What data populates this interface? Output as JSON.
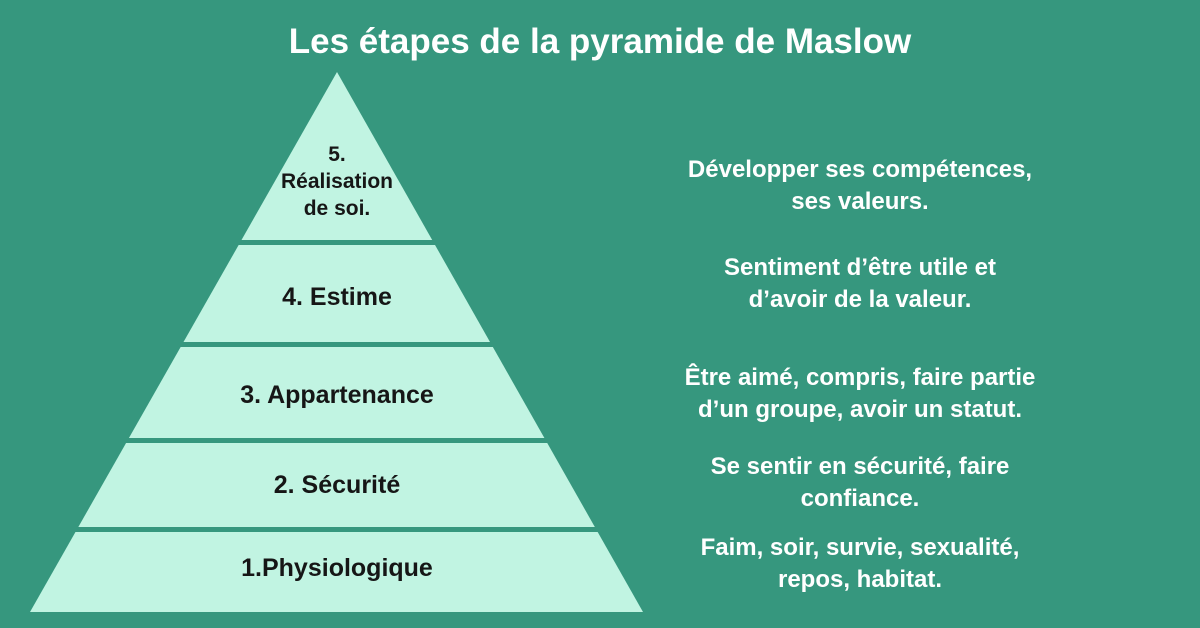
{
  "title": "Les étapes de la pyramide de Maslow",
  "colors": {
    "background": "#36977E",
    "pyramid_fill": "#C1F4E2",
    "pyramid_text": "#161616",
    "text": "#FFFFFF"
  },
  "pyramid": {
    "levels": [
      {
        "label": "5.\nRéalisation\nde soi.",
        "description": "Développer ses compétences,\nses valeurs."
      },
      {
        "label": "4. Estime",
        "description": "Sentiment d’être utile et\nd’avoir de la valeur."
      },
      {
        "label": "3. Appartenance",
        "description": "Être aimé, compris, faire partie\nd’un groupe, avoir un statut."
      },
      {
        "label": "2. Sécurité",
        "description": "Se sentir en sécurité, faire\nconfiance."
      },
      {
        "label": "1.Physiologique",
        "description": "Faim, soir, survie, sexualité,\nrepos, habitat."
      }
    ]
  }
}
